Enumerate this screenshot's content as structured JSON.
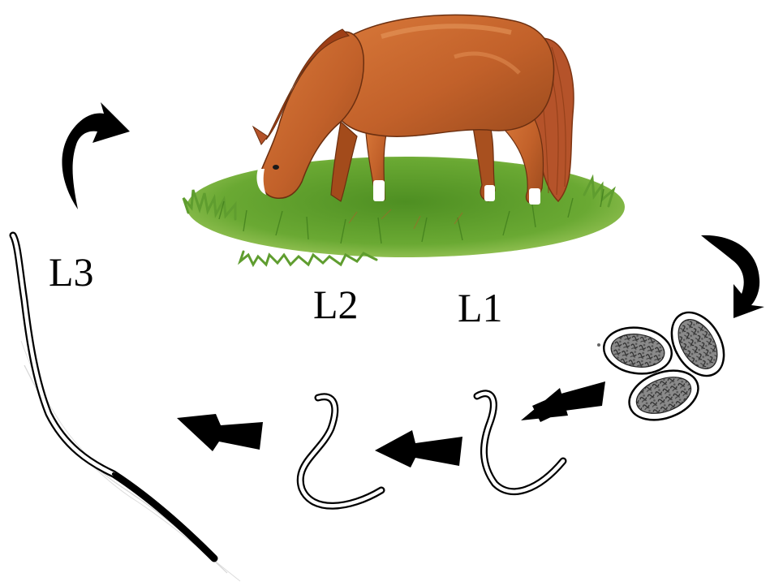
{
  "diagram": {
    "stages": [
      {
        "id": "L1",
        "label": "L1"
      },
      {
        "id": "L2",
        "label": "L2"
      },
      {
        "id": "L3",
        "label": "L3"
      }
    ],
    "host": {
      "icon": "grazing-horse-on-grass"
    },
    "egg_count": 3,
    "colors": {
      "background": "#ffffff",
      "arrow": "#000000",
      "horse_coat": "#c5662b",
      "horse_mane": "#a34a1c",
      "grass": "#5c9e2e",
      "egg_fill": "#808080"
    }
  }
}
